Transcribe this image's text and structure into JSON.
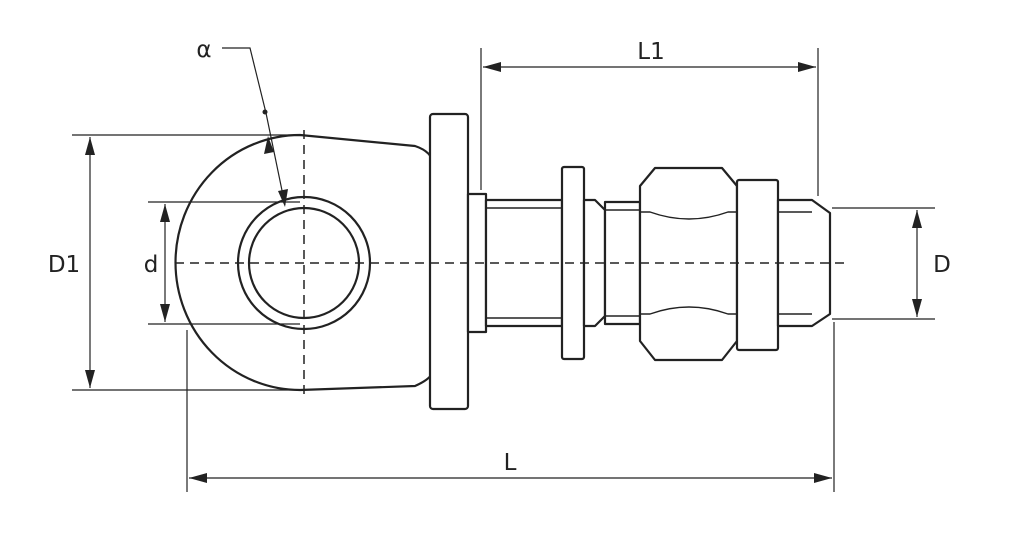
{
  "diagram": {
    "labels": {
      "alpha": "α",
      "L1": "L1",
      "D1": "D1",
      "d": "d",
      "D": "D",
      "L": "L"
    }
  }
}
